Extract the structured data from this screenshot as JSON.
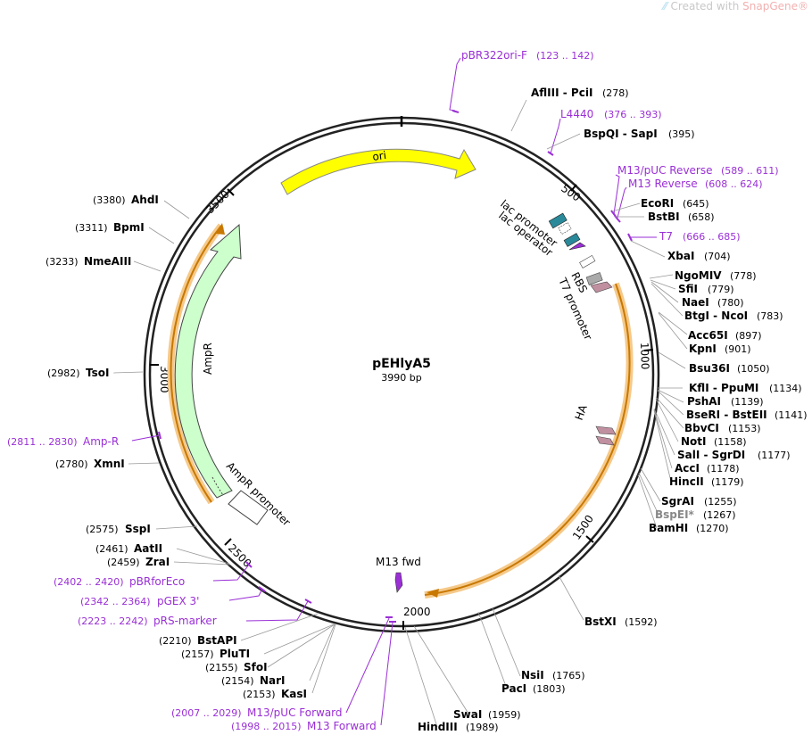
{
  "watermark": {
    "prefix": "Created with ",
    "brand": "SnapGene",
    "reg": "®"
  },
  "plasmid": {
    "name": "pEHlyA5",
    "length": "3990 bp"
  },
  "ruler": [
    "500",
    "1000",
    "1500",
    "2000",
    "2500",
    "3000",
    "3500"
  ],
  "features": {
    "ori": "ori",
    "ampr": "AmpR",
    "ampr_promoter": "AmpR promoter",
    "lac_promoter": "lac promoter",
    "lac_operator": "lac operator",
    "rbs": "RBS",
    "t7_promoter": "T7 promoter",
    "ha": "HA",
    "m13fwd": "M13 fwd"
  },
  "primers": {
    "pbr322": {
      "name": "pBR322ori-F",
      "range": "(123 .. 142)"
    },
    "l4440": {
      "name": "L4440",
      "range": "(376 .. 393)"
    },
    "m13puc_rev": {
      "name": "M13/pUC Reverse",
      "range": "(589 .. 611)"
    },
    "m13_rev": {
      "name": "M13 Reverse",
      "range": "(608 .. 624)"
    },
    "t7": {
      "name": "T7",
      "range": "(666 .. 685)"
    },
    "ampr": {
      "name": "Amp-R",
      "range": "(2811 .. 2830)"
    },
    "pbrforeco": {
      "name": "pBRforEco",
      "range": "(2402 .. 2420)"
    },
    "pgex3": {
      "name": "pGEX 3'",
      "range": "(2342 .. 2364)"
    },
    "prsmarker": {
      "name": "pRS-marker",
      "range": "(2223 .. 2242)"
    },
    "m13puc_fwd": {
      "name": "M13/pUC Forward",
      "range": "(2007 .. 2029)"
    },
    "m13_fwd": {
      "name": "M13 Forward",
      "range": "(1998 .. 2015)"
    }
  },
  "sites": {
    "afliii": {
      "name": "AflIII",
      "name2": "PciI",
      "pos": "(278)"
    },
    "bspqi": {
      "name": "BspQI",
      "name2": "SapI",
      "pos": "(395)"
    },
    "ecori": {
      "name": "EcoRI",
      "pos": "(645)"
    },
    "bstbi": {
      "name": "BstBI",
      "pos": "(658)"
    },
    "xbai": {
      "name": "XbaI",
      "pos": "(704)"
    },
    "ngomiv": {
      "name": "NgoMIV",
      "pos": "(778)"
    },
    "sfii": {
      "name": "SfiI",
      "pos": "(779)"
    },
    "naei": {
      "name": "NaeI",
      "pos": "(780)"
    },
    "btgi": {
      "name": "BtgI",
      "name2": "NcoI",
      "pos": "(783)"
    },
    "acc65i": {
      "name": "Acc65I",
      "pos": "(897)"
    },
    "kpni": {
      "name": "KpnI",
      "pos": "(901)"
    },
    "bsu36i": {
      "name": "Bsu36I",
      "pos": "(1050)"
    },
    "kfli": {
      "name": "KflI",
      "name2": "PpuMI",
      "pos": "(1134)"
    },
    "pshai": {
      "name": "PshAI",
      "pos": "(1139)"
    },
    "bseri": {
      "name": "BseRI",
      "name2": "BstEII",
      "pos": "(1141)"
    },
    "bbvci": {
      "name": "BbvCI",
      "pos": "(1153)"
    },
    "noti": {
      "name": "NotI",
      "pos": "(1158)"
    },
    "sali": {
      "name": "SalI",
      "name2": "SgrDI",
      "pos": "(1177)"
    },
    "acci": {
      "name": "AccI",
      "pos": "(1178)"
    },
    "hincii": {
      "name": "HincII",
      "pos": "(1179)"
    },
    "sgrai": {
      "name": "SgrAI",
      "pos": "(1255)"
    },
    "bspei": {
      "name": "BspEI",
      "mark": "*",
      "pos": "(1267)"
    },
    "bamhi": {
      "name": "BamHI",
      "pos": "(1270)"
    },
    "bstxi": {
      "name": "BstXI",
      "pos": "(1592)"
    },
    "nsii": {
      "name": "NsiI",
      "pos": "(1765)"
    },
    "paci": {
      "name": "PacI",
      "pos": "(1803)"
    },
    "swai": {
      "name": "SwaI",
      "pos": "(1959)"
    },
    "hindiii": {
      "name": "HindIII",
      "pos": "(1989)"
    },
    "kasi": {
      "name": "KasI",
      "pos": "(2153)"
    },
    "nari": {
      "name": "NarI",
      "pos": "(2154)"
    },
    "sfoi": {
      "name": "SfoI",
      "pos": "(2155)"
    },
    "pluti": {
      "name": "PluTI",
      "pos": "(2157)"
    },
    "bstapi": {
      "name": "BstAPI",
      "pos": "(2210)"
    },
    "zrai": {
      "name": "ZraI",
      "pos": "(2459)"
    },
    "aatii": {
      "name": "AatII",
      "pos": "(2461)"
    },
    "sspi": {
      "name": "SspI",
      "pos": "(2575)"
    },
    "xmni": {
      "name": "XmnI",
      "pos": "(2780)"
    },
    "tsoi": {
      "name": "TsoI",
      "pos": "(2982)"
    },
    "nmeaiii": {
      "name": "NmeAIII",
      "pos": "(3233)"
    },
    "bpmi": {
      "name": "BpmI",
      "pos": "(3311)"
    },
    "ahdi": {
      "name": "AhdI",
      "pos": "(3380)"
    }
  }
}
